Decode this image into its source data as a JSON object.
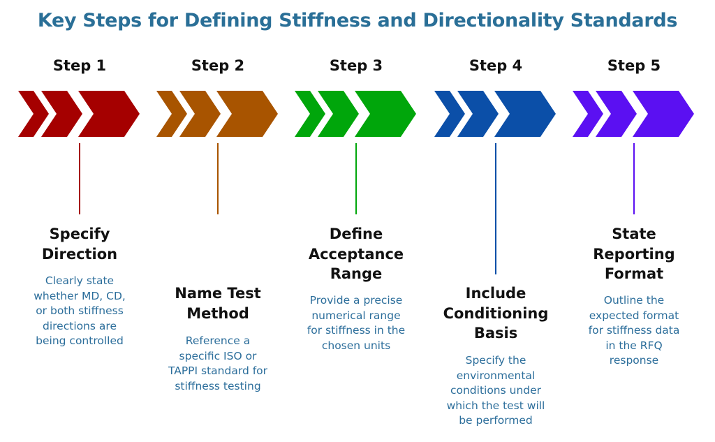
{
  "title": "Key Steps for Defining Stiffness and Directionality Standards",
  "steps": [
    {
      "label": "Step 1",
      "heading": "Specify\nDirection",
      "description": "Clearly state\nwhether MD, CD,\nor both stiffness\ndirections are\nbeing controlled",
      "color": "#a50000"
    },
    {
      "label": "Step 2",
      "heading": "Name Test\nMethod",
      "description": "Reference a\nspecific ISO or\nTAPPI standard for\nstiffness testing",
      "color": "#a85400"
    },
    {
      "label": "Step 3",
      "heading": "Define\nAcceptance\nRange",
      "description": "Provide a precise\nnumerical range\nfor stiffness in the\nchosen units",
      "color": "#00a60b"
    },
    {
      "label": "Step 4",
      "heading": "Include\nConditioning\nBasis",
      "description": "Specify the\nenvironmental\nconditions under\nwhich the test will\nbe performed",
      "color": "#0b4fa8"
    },
    {
      "label": "Step 5",
      "heading": "State\nReporting\nFormat",
      "description": "Outline the\nexpected format\nfor stiffness data\nin the RFQ\nresponse",
      "color": "#5b10f2"
    }
  ]
}
